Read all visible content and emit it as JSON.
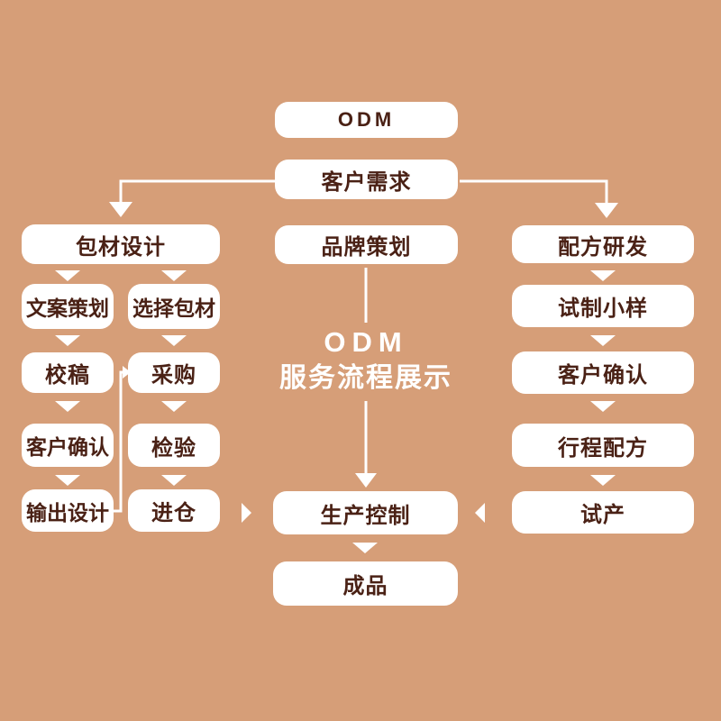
{
  "diagram": {
    "title": "ODM 服务流程展示",
    "colors": {
      "background": "#d69e78",
      "box_background": "#ffffff",
      "box_text": "#4a2115",
      "connector": "#ffffff"
    },
    "center_title": {
      "line1": "ODM",
      "line2": "服务流程展示"
    },
    "nodes": {
      "odm": "ODM",
      "customer_needs": "客户需求",
      "packaging_design": "包材设计",
      "brand_planning": "品牌策划",
      "formula_rd": "配方研发",
      "copywriting": "文案策划",
      "select_packaging": "选择包材",
      "proofreading": "校稿",
      "purchasing": "采购",
      "customer_confirm_left": "客户确认",
      "inspection": "检验",
      "output_design": "输出设计",
      "warehousing": "进仓",
      "trial_sample": "试制小样",
      "customer_confirm_right": "客户确认",
      "schedule_formula": "行程配方",
      "trial_production": "试产",
      "production_control": "生产控制",
      "finished_product": "成品"
    }
  }
}
